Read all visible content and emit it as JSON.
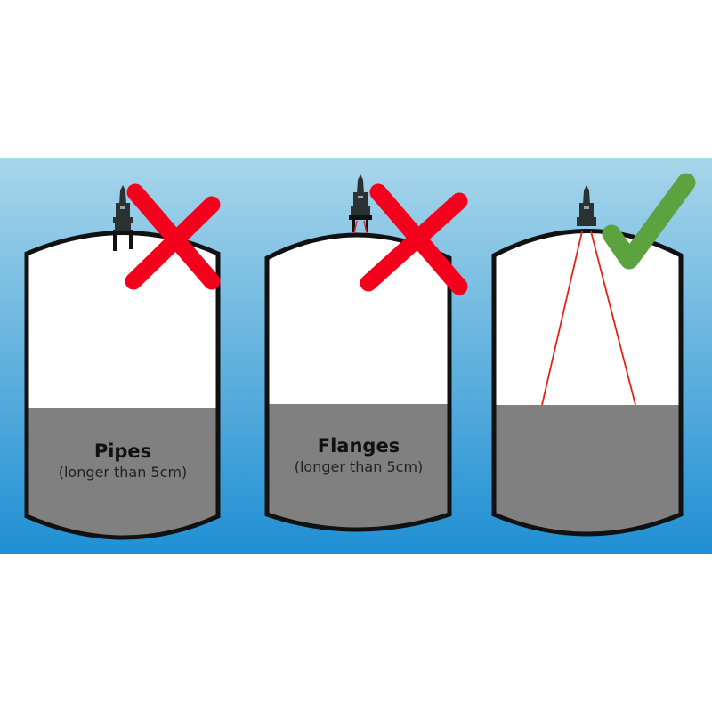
{
  "panels": [
    {
      "id": "pipes",
      "title": "Pipes",
      "subtitle": "(longer than 5cm)",
      "verdict": "incorrect"
    },
    {
      "id": "flanges",
      "title": "Flanges",
      "subtitle": "(longer than 5cm)",
      "verdict": "incorrect"
    },
    {
      "id": "direct",
      "title": "",
      "subtitle": "",
      "verdict": "correct"
    }
  ],
  "colors": {
    "background_top": "#a8d6ea",
    "background_bottom": "#1f8fd3",
    "tank_fill": "#ffffff",
    "tank_outline": "#111111",
    "liquid": "#808080",
    "cross": "#f2001c",
    "check": "#5ca23f",
    "beam": "#e5231b",
    "sensor": "#2b3233"
  },
  "icons": [
    "radar-sensor-icon",
    "cross-icon",
    "checkmark-icon"
  ]
}
